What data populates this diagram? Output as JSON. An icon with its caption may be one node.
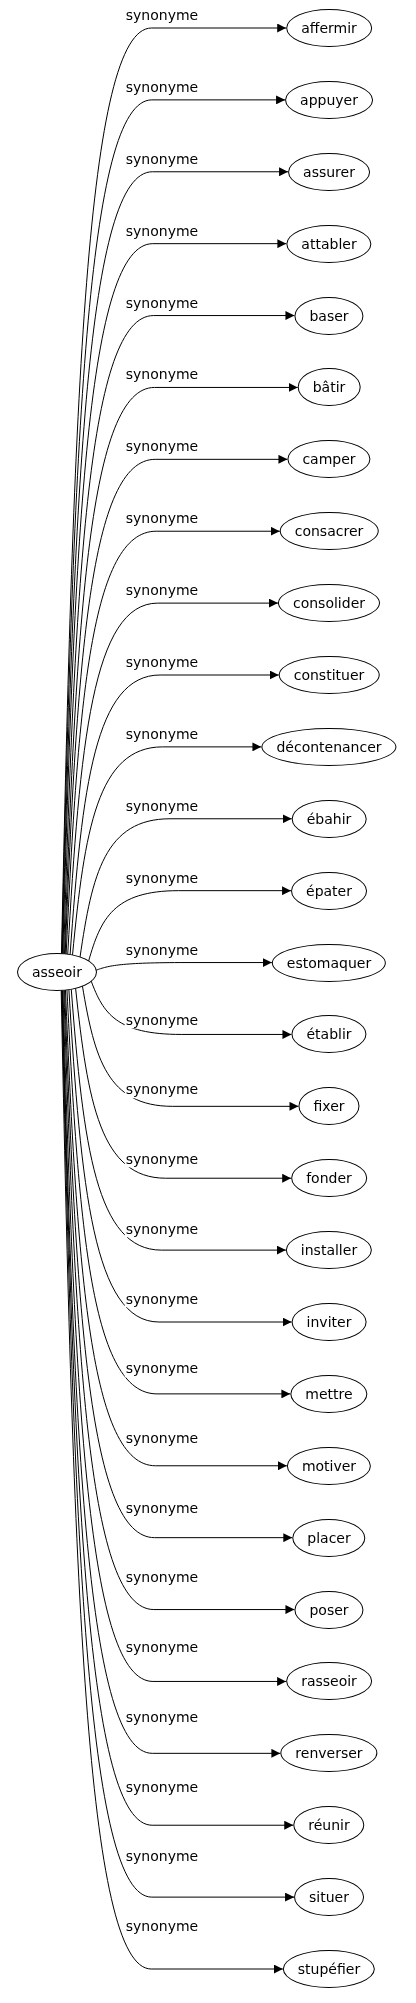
{
  "diagram": {
    "nodes": [
      {
        "text": [
          "asseoir"
        ]
      },
      {
        "text": [
          "affermir"
        ]
      },
      {
        "text": [
          "appuyer"
        ]
      },
      {
        "text": [
          "assurer"
        ]
      },
      {
        "text": [
          "attabler"
        ]
      },
      {
        "text": [
          "baser"
        ]
      },
      {
        "text": [
          "bâtir"
        ]
      },
      {
        "text": [
          "camper"
        ]
      },
      {
        "text": [
          "consacrer"
        ]
      },
      {
        "text": [
          "consolider"
        ]
      },
      {
        "text": [
          "constituer"
        ]
      },
      {
        "text": [
          "décontenancer"
        ]
      },
      {
        "text": [
          "ébahir"
        ]
      },
      {
        "text": [
          "épater"
        ]
      },
      {
        "text": [
          "estomaquer"
        ]
      },
      {
        "text": [
          "établir"
        ]
      },
      {
        "text": [
          "fixer"
        ]
      },
      {
        "text": [
          "fonder"
        ]
      },
      {
        "text": [
          "installer"
        ]
      },
      {
        "text": [
          "inviter"
        ]
      },
      {
        "text": [
          "mettre"
        ]
      },
      {
        "text": [
          "motiver"
        ]
      },
      {
        "text": [
          "placer"
        ]
      },
      {
        "text": [
          "poser"
        ]
      },
      {
        "text": [
          "rasseoir"
        ]
      },
      {
        "text": [
          "renverser"
        ]
      },
      {
        "text": [
          "réunir"
        ]
      },
      {
        "text": [
          "situer"
        ]
      },
      {
        "text": [
          "stupéfier"
        ]
      }
    ],
    "edges": [
      {
        "from": 0,
        "to": 1,
        "arrow": "to",
        "label": "synonyme"
      },
      {
        "from": 0,
        "to": 2,
        "arrow": "to",
        "label": "synonyme"
      },
      {
        "from": 0,
        "to": 3,
        "arrow": "to",
        "label": "synonyme"
      },
      {
        "from": 0,
        "to": 4,
        "arrow": "to",
        "label": "synonyme"
      },
      {
        "from": 0,
        "to": 5,
        "arrow": "to",
        "label": "synonyme"
      },
      {
        "from": 0,
        "to": 6,
        "arrow": "to",
        "label": "synonyme"
      },
      {
        "from": 0,
        "to": 7,
        "arrow": "to",
        "label": "synonyme"
      },
      {
        "from": 0,
        "to": 8,
        "arrow": "to",
        "label": "synonyme"
      },
      {
        "from": 0,
        "to": 9,
        "arrow": "to",
        "label": "synonyme"
      },
      {
        "from": 0,
        "to": 10,
        "arrow": "to",
        "label": "synonyme"
      },
      {
        "from": 0,
        "to": 11,
        "arrow": "to",
        "label": "synonyme"
      },
      {
        "from": 0,
        "to": 12,
        "arrow": "to",
        "label": "synonyme"
      },
      {
        "from": 0,
        "to": 13,
        "arrow": "to",
        "label": "synonyme"
      },
      {
        "from": 0,
        "to": 14,
        "arrow": "to",
        "label": "synonyme"
      },
      {
        "from": 0,
        "to": 15,
        "arrow": "to",
        "label": "synonyme"
      },
      {
        "from": 0,
        "to": 16,
        "arrow": "to",
        "label": "synonyme"
      },
      {
        "from": 0,
        "to": 17,
        "arrow": "to",
        "label": "synonyme"
      },
      {
        "from": 0,
        "to": 18,
        "arrow": "to",
        "label": "synonyme"
      },
      {
        "from": 0,
        "to": 19,
        "arrow": "to",
        "label": "synonyme"
      },
      {
        "from": 0,
        "to": 20,
        "arrow": "to",
        "label": "synonyme"
      },
      {
        "from": 0,
        "to": 21,
        "arrow": "to",
        "label": "synonyme"
      },
      {
        "from": 0,
        "to": 22,
        "arrow": "to",
        "label": "synonyme"
      },
      {
        "from": 0,
        "to": 23,
        "arrow": "to",
        "label": "synonyme"
      },
      {
        "from": 0,
        "to": 24,
        "arrow": "to",
        "label": "synonyme"
      },
      {
        "from": 0,
        "to": 25,
        "arrow": "to",
        "label": "synonyme"
      },
      {
        "from": 0,
        "to": 26,
        "arrow": "to",
        "label": "synonyme"
      },
      {
        "from": 0,
        "to": 27,
        "arrow": "to",
        "label": "synonyme"
      },
      {
        "from": 0,
        "to": 28,
        "arrow": "to",
        "label": "synonyme"
      }
    ]
  }
}
